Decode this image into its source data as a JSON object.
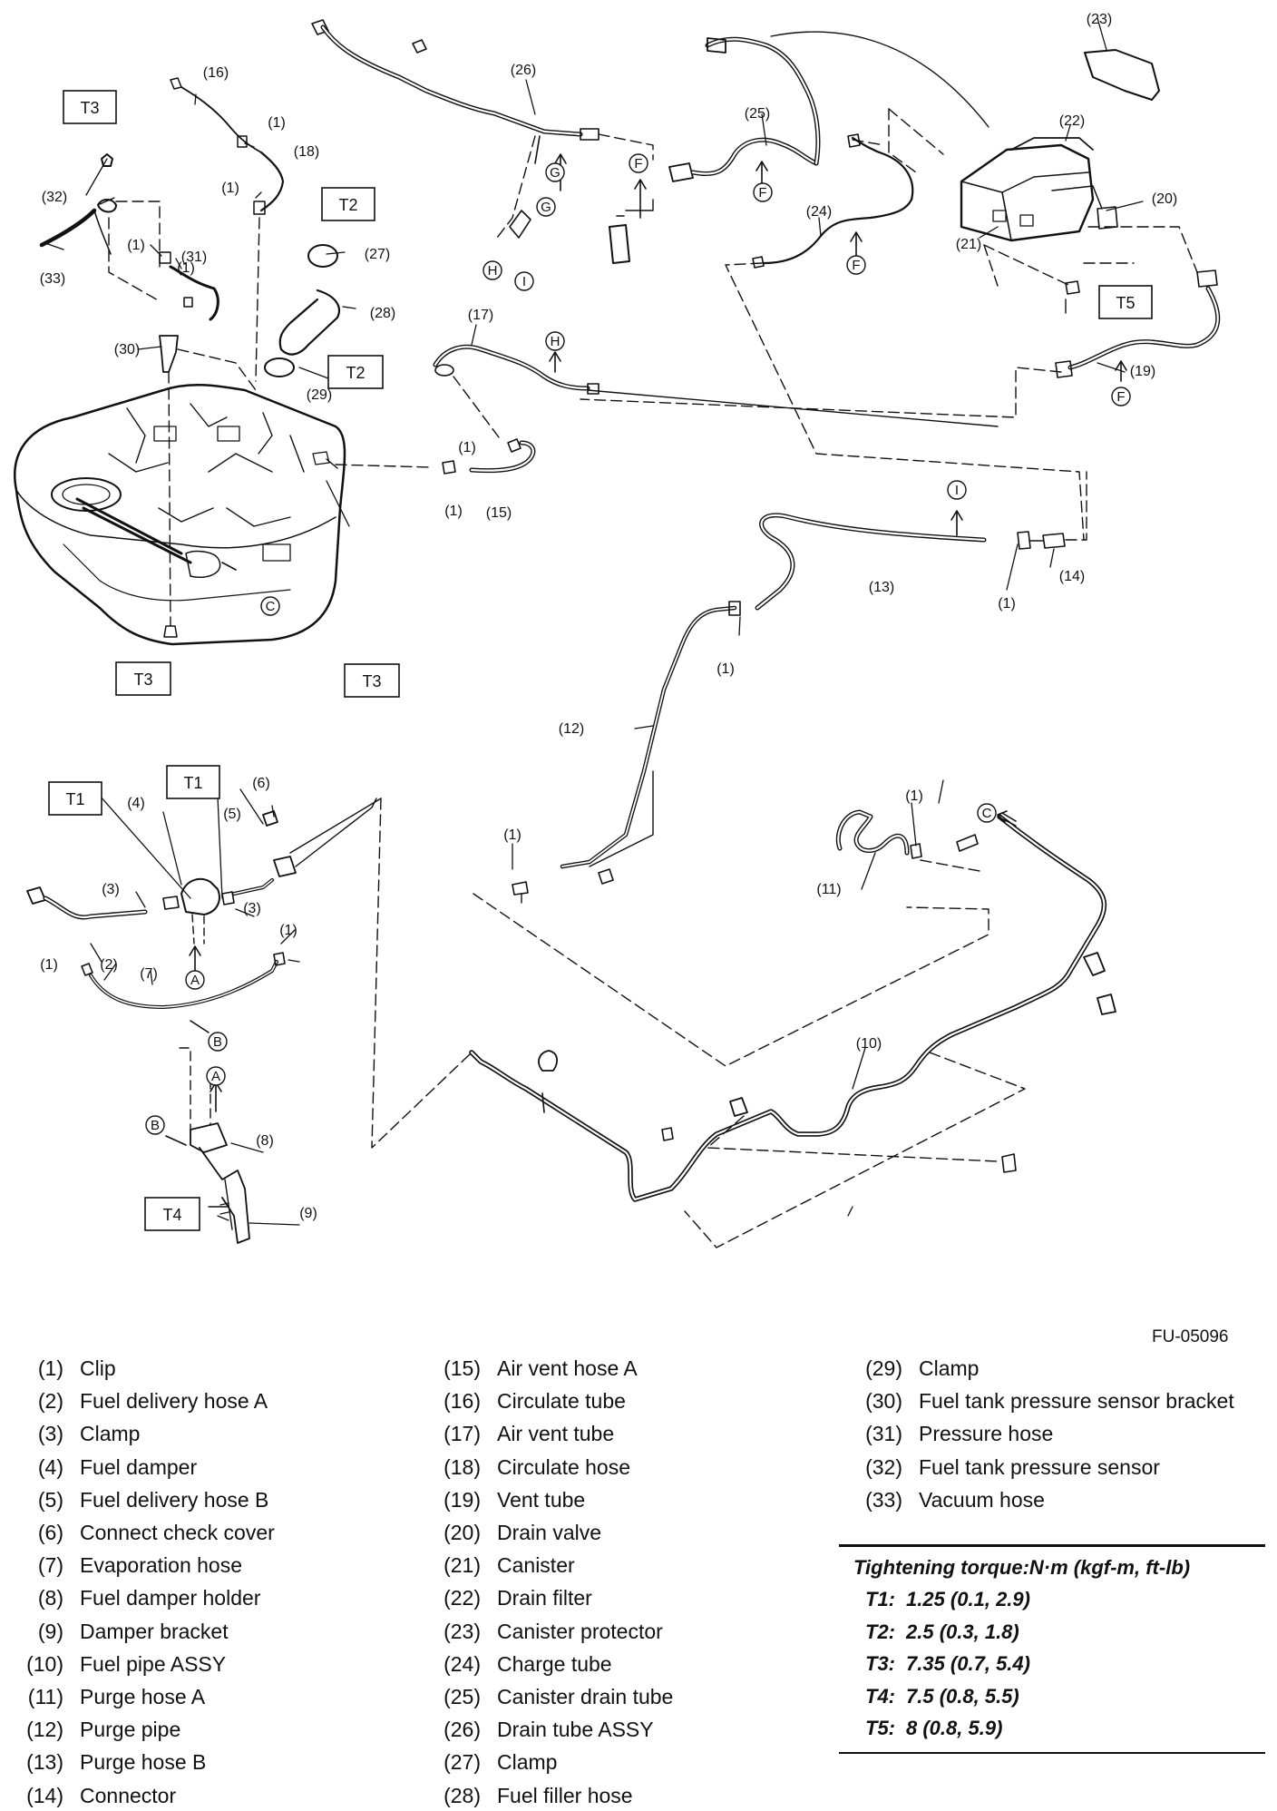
{
  "figure_code": "FU-05096",
  "torque_boxes": {
    "T1": "T1",
    "T2": "T2",
    "T3": "T3",
    "T4": "T4",
    "T5": "T5"
  },
  "connectors": {
    "A": "A",
    "B": "B",
    "C": "C",
    "F": "F",
    "G": "G",
    "H": "H",
    "I": "I"
  },
  "callouts": [
    "(1)",
    "(2)",
    "(3)",
    "(4)",
    "(5)",
    "(6)",
    "(7)",
    "(8)",
    "(9)",
    "(10)",
    "(11)",
    "(12)",
    "(13)",
    "(14)",
    "(15)",
    "(16)",
    "(17)",
    "(18)",
    "(19)",
    "(20)",
    "(21)",
    "(22)",
    "(23)",
    "(24)",
    "(25)",
    "(26)",
    "(27)",
    "(28)",
    "(29)",
    "(30)",
    "(31)",
    "(32)",
    "(33)"
  ],
  "parts": [
    {
      "num": "(1)",
      "name": "Clip"
    },
    {
      "num": "(2)",
      "name": "Fuel delivery hose A"
    },
    {
      "num": "(3)",
      "name": "Clamp"
    },
    {
      "num": "(4)",
      "name": "Fuel damper"
    },
    {
      "num": "(5)",
      "name": "Fuel delivery hose B"
    },
    {
      "num": "(6)",
      "name": "Connect check cover"
    },
    {
      "num": "(7)",
      "name": "Evaporation hose"
    },
    {
      "num": "(8)",
      "name": "Fuel damper holder"
    },
    {
      "num": "(9)",
      "name": "Damper bracket"
    },
    {
      "num": "(10)",
      "name": "Fuel pipe ASSY"
    },
    {
      "num": "(11)",
      "name": "Purge hose A"
    },
    {
      "num": "(12)",
      "name": "Purge pipe"
    },
    {
      "num": "(13)",
      "name": "Purge hose B"
    },
    {
      "num": "(14)",
      "name": "Connector"
    },
    {
      "num": "(15)",
      "name": "Air vent hose A"
    },
    {
      "num": "(16)",
      "name": "Circulate tube"
    },
    {
      "num": "(17)",
      "name": "Air vent tube"
    },
    {
      "num": "(18)",
      "name": "Circulate hose"
    },
    {
      "num": "(19)",
      "name": "Vent tube"
    },
    {
      "num": "(20)",
      "name": "Drain valve"
    },
    {
      "num": "(21)",
      "name": "Canister"
    },
    {
      "num": "(22)",
      "name": "Drain filter"
    },
    {
      "num": "(23)",
      "name": "Canister protector"
    },
    {
      "num": "(24)",
      "name": "Charge tube"
    },
    {
      "num": "(25)",
      "name": "Canister drain tube"
    },
    {
      "num": "(26)",
      "name": "Drain tube ASSY"
    },
    {
      "num": "(27)",
      "name": "Clamp"
    },
    {
      "num": "(28)",
      "name": "Fuel filler hose"
    },
    {
      "num": "(29)",
      "name": "Clamp"
    },
    {
      "num": "(30)",
      "name": "Fuel tank pressure sensor bracket"
    },
    {
      "num": "(31)",
      "name": "Pressure hose"
    },
    {
      "num": "(32)",
      "name": "Fuel tank pressure sensor"
    },
    {
      "num": "(33)",
      "name": "Vacuum hose"
    }
  ],
  "torque": {
    "title": "Tightening torque:N·m (kgf-m, ft-lb)",
    "rows": [
      {
        "key": "T1:",
        "value": "1.25 (0.1, 2.9)"
      },
      {
        "key": "T2:",
        "value": "2.5 (0.3, 1.8)"
      },
      {
        "key": "T3:",
        "value": "7.35 (0.7, 5.4)"
      },
      {
        "key": "T4:",
        "value": "7.5 (0.8, 5.5)"
      },
      {
        "key": "T5:",
        "value": "8 (0.8, 5.9)"
      }
    ]
  }
}
